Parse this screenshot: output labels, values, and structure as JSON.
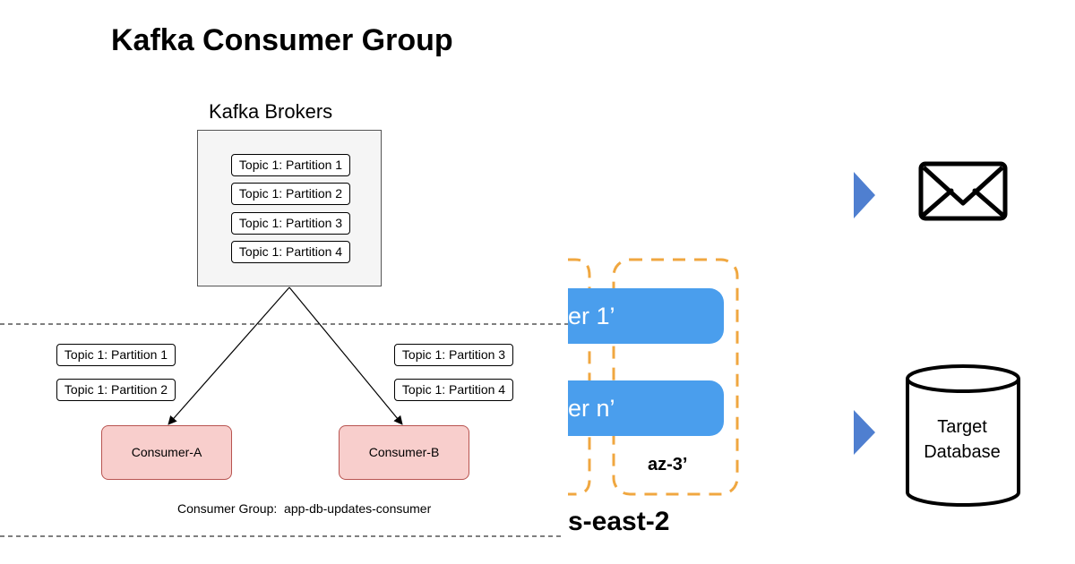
{
  "title": "Kafka Consumer Group",
  "brokers": {
    "label": "Kafka Brokers",
    "partitions": [
      "Topic 1: Partition 1",
      "Topic 1: Partition 2",
      "Topic 1: Partition 3",
      "Topic 1: Partition 4"
    ]
  },
  "consumers": [
    {
      "name": "Consumer-A",
      "partitions": [
        "Topic 1: Partition 1",
        "Topic 1: Partition 2"
      ]
    },
    {
      "name": "Consumer-B",
      "partitions": [
        "Topic 1: Partition 3",
        "Topic 1: Partition 4"
      ]
    }
  ],
  "consumer_group_label": "Consumer Group:  app-db-updates-consumer",
  "background_fragment": {
    "pills": [
      "er 1’",
      "er n’"
    ],
    "az_label": "az-3’",
    "region_label": "s-east-2",
    "database_label_line1": "Target",
    "database_label_line2": "Database"
  },
  "colors": {
    "consumer_fill": "#f8cecc",
    "consumer_border": "#b85450",
    "broker_fill": "#f5f5f5",
    "pill_fill": "#4a9eed",
    "dash_orange": "#f0a740",
    "arrow_blue": "#4f7fd0"
  },
  "icons": {
    "mail": "envelope-icon",
    "database": "database-cylinder-icon",
    "arrows": "triangle-right-icon"
  }
}
